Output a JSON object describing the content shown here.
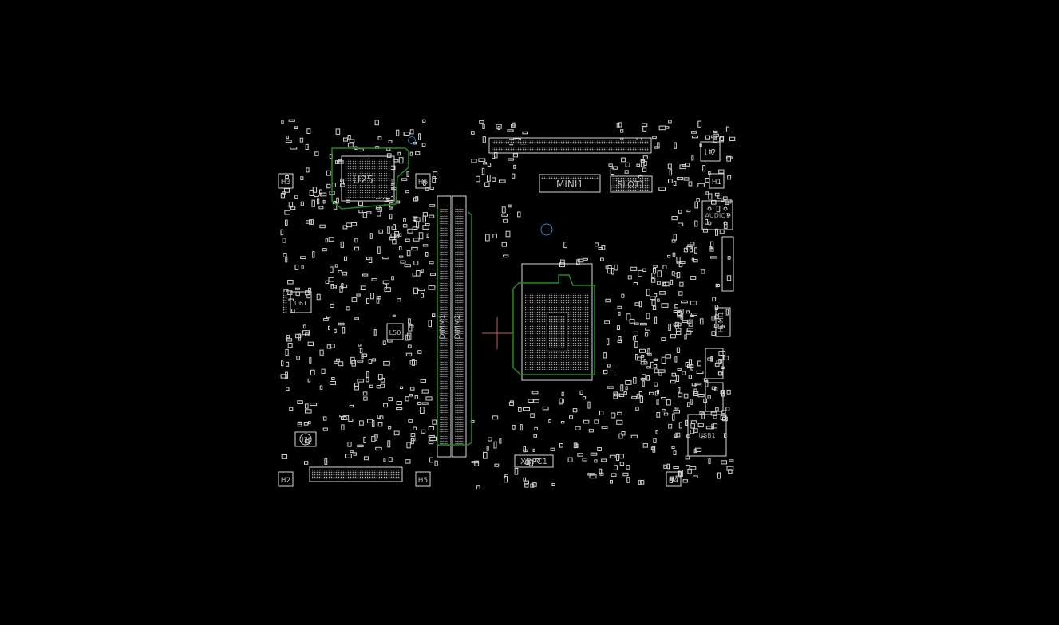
{
  "viewer": {
    "background_color": "#000000",
    "silkscreen_color": "#d8d8d8",
    "keepout_color": "#1f8a1f",
    "marker_color": "#c0606a",
    "fiducial_color": "#2a7fbf"
  },
  "labels": {
    "u25": "U25",
    "mini1": "MINI1",
    "slot1": "SLOT1",
    "u2": "U2",
    "h3": "H3",
    "h6": "H6",
    "h1": "H1",
    "audio1": "AUDIO1",
    "u61": "U61",
    "l50": "L50",
    "dimm1": "DIMM1",
    "dimm2": "DIMM2",
    "hdmi1": "HDMI1",
    "u36": "U36",
    "h2": "H2",
    "h5": "H5",
    "h4": "H4",
    "xdpc1": "XDPC1",
    "usb1": "USB1"
  }
}
